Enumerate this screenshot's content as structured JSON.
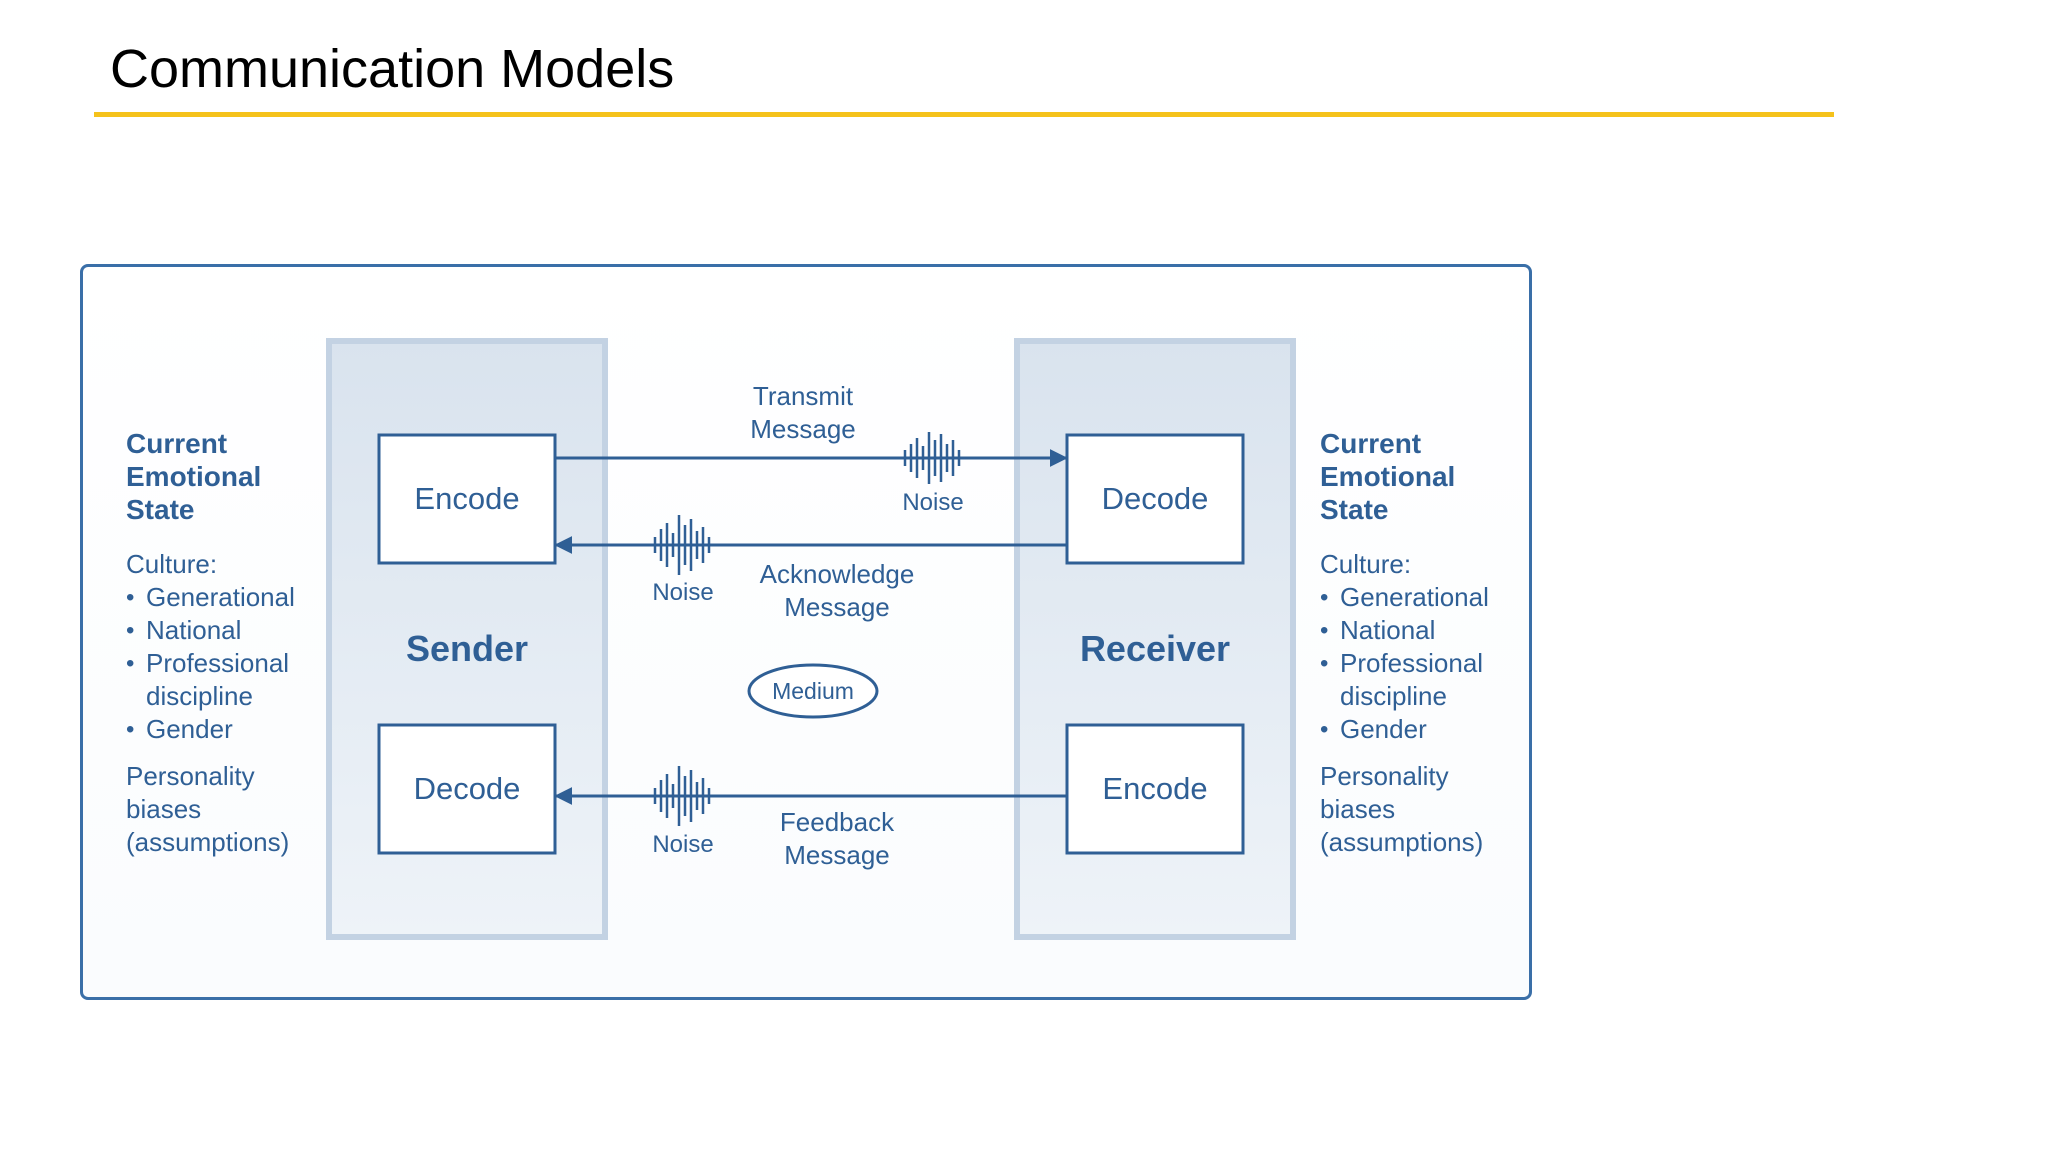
{
  "slide": {
    "title": "Communication Models"
  },
  "diagram": {
    "colors": {
      "accent_rule": "#f5c21b",
      "primary": "#2f5f95",
      "box_border": "#2f5f95",
      "panel_fill": "#dde6f0",
      "panel_border": "#c3d2e3"
    },
    "left_state": {
      "heading": [
        "Current",
        "Emotional",
        "State"
      ],
      "culture_label": "Culture:",
      "culture_items": [
        "Generational",
        "National",
        "Professional",
        "discipline",
        "Gender"
      ],
      "personality": [
        "Personality",
        "biases",
        "(assumptions)"
      ]
    },
    "right_state": {
      "heading": [
        "Current",
        "Emotional",
        "State"
      ],
      "culture_label": "Culture:",
      "culture_items": [
        "Generational",
        "National",
        "Professional",
        "discipline",
        "Gender"
      ],
      "personality": [
        "Personality",
        "biases",
        "(assumptions)"
      ]
    },
    "sender": {
      "label": "Sender",
      "top_box": "Encode",
      "bottom_box": "Decode"
    },
    "receiver": {
      "label": "Receiver",
      "top_box": "Decode",
      "bottom_box": "Encode"
    },
    "transmit": [
      "Transmit",
      "Message"
    ],
    "acknowledge": [
      "Acknowledge",
      "Message"
    ],
    "feedback": [
      "Feedback",
      "Message"
    ],
    "medium": "Medium",
    "noise": "Noise",
    "noise_icon": "waveform-icon"
  }
}
